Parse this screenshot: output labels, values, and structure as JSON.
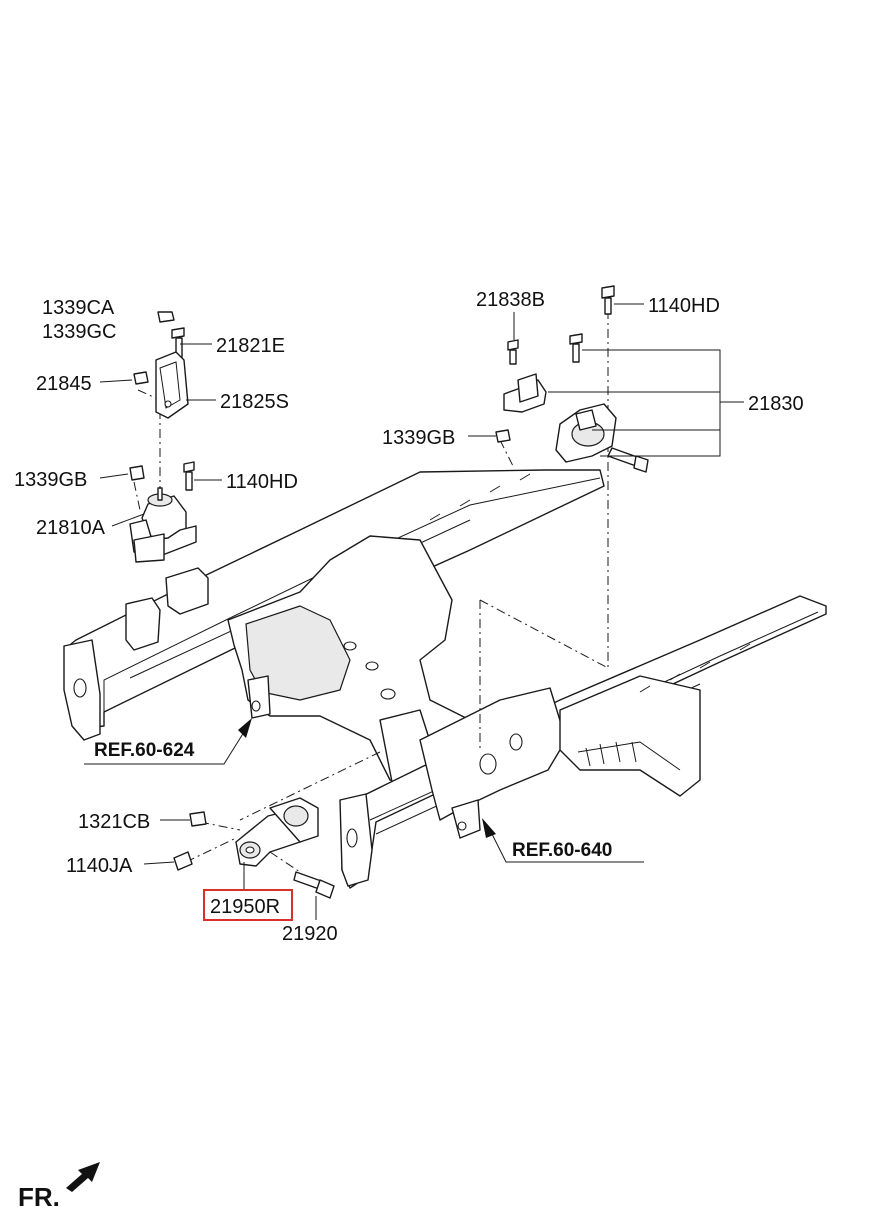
{
  "labels": {
    "l_1339ca": "1339CA",
    "l_1339gc": "1339GC",
    "l_21821e": "21821E",
    "l_21845": "21845",
    "l_21825s": "21825S",
    "l_1339gb_left": "1339GB",
    "l_1140hd_left": "1140HD",
    "l_21810a": "21810A",
    "l_21838b": "21838B",
    "l_1140hd_right": "1140HD",
    "l_21830": "21830",
    "l_1339gb_right": "1339GB",
    "l_ref_60_624": "REF.60-624",
    "l_ref_60_640": "REF.60-640",
    "l_1321cb": "1321CB",
    "l_1140ja": "1140JA",
    "l_21950r": "21950R",
    "l_21920": "21920",
    "l_fr": "FR."
  },
  "highlight": {
    "part": "21950R",
    "box_color": "#d9302c"
  },
  "icons": {
    "front_arrow": "front-direction-arrow"
  }
}
